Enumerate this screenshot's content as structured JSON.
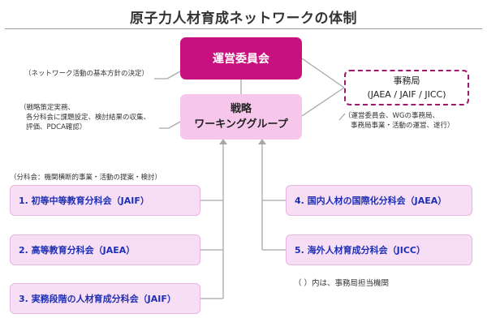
{
  "title": "原子力人材育成ネットワークの体制",
  "committee": {
    "label": "運営委員会",
    "note": "（ネットワーク活動の基本方針の決定）"
  },
  "working_group": {
    "line1": "戦略",
    "line2": "ワーキンググループ",
    "note": [
      "（戦略策定実務、",
      "各分科会に課題設定、検討結果の収集、",
      "評価、PDCA確認）"
    ]
  },
  "secretariat": {
    "line1": "事務局",
    "line2": "(JAEA / JAIF / JICC)",
    "note": [
      "（運営委員会、WGの事務局、",
      "事務局事業・活動の運営、遂行）"
    ]
  },
  "subcommittee_note": "（分科会：機関横断的事業・活動の提案・検討）",
  "subcommittees_left": [
    "1. 初等中等教育分科会（JAIF）",
    "2. 高等教育分科会（JAEA）",
    "3. 実務段階の人材育成分科会（JAIF）"
  ],
  "subcommittees_right": [
    "4. 国内人材の国際化分科会（JAEA）",
    "5. 海外人材育成分科会（JICC）"
  ],
  "legend": "（ ）内は、事務局担当機関",
  "colors": {
    "committee": "#c8117e",
    "working_group": "#f6c7ea",
    "secretariat_border": "#a0196e",
    "subcommittee_fill": "#f7def5",
    "subcommittee_text": "#1d2fb4",
    "connector": "#a8a8a8"
  }
}
